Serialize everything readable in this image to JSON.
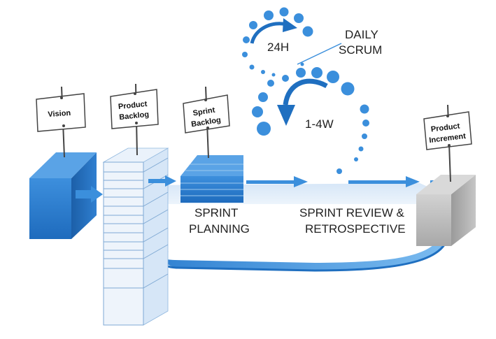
{
  "signs": {
    "vision": "Vision",
    "product_backlog_line1": "Product",
    "product_backlog_line2": "Backlog",
    "sprint_backlog_line1": "Sprint",
    "sprint_backlog_line2": "Backlog",
    "product_increment_line1": "Product",
    "product_increment_line2": "Increment"
  },
  "labels": {
    "cycle_24h": "24H",
    "daily_scrum_line1": "DAILY",
    "daily_scrum_line2": "SCRUM",
    "cycle_sprint": "1-4W",
    "sprint_planning_line1": "SPRINT",
    "sprint_planning_line2": "PLANNING",
    "sprint_review_line1": "SPRINT REVIEW &",
    "sprint_review_line2": "RETROSPECTIVE"
  },
  "colors": {
    "blue_dark": "#1f6fc0",
    "blue_mid": "#3b8fdc",
    "blue_light": "#6fb3ee",
    "blue_pale": "#dce9f7",
    "gray_box": "#b9b9b9"
  }
}
